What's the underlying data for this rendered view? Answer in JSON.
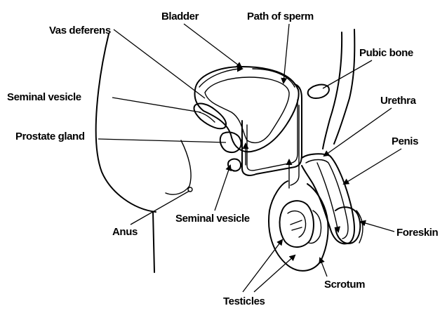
{
  "labels": {
    "bladder": "Bladder",
    "path_of_sperm": "Path of sperm",
    "vas_deferens": "Vas deferens",
    "pubic_bone": "Pubic bone",
    "seminal_vesicle_top": "Seminal vesicle",
    "urethra": "Urethra",
    "prostate_gland": "Prostate gland",
    "penis": "Penis",
    "seminal_vesicle_bottom": "Seminal vesicle",
    "anus": "Anus",
    "foreskin": "Foreskin",
    "scrotum": "Scrotum",
    "testicles": "Testicles"
  }
}
